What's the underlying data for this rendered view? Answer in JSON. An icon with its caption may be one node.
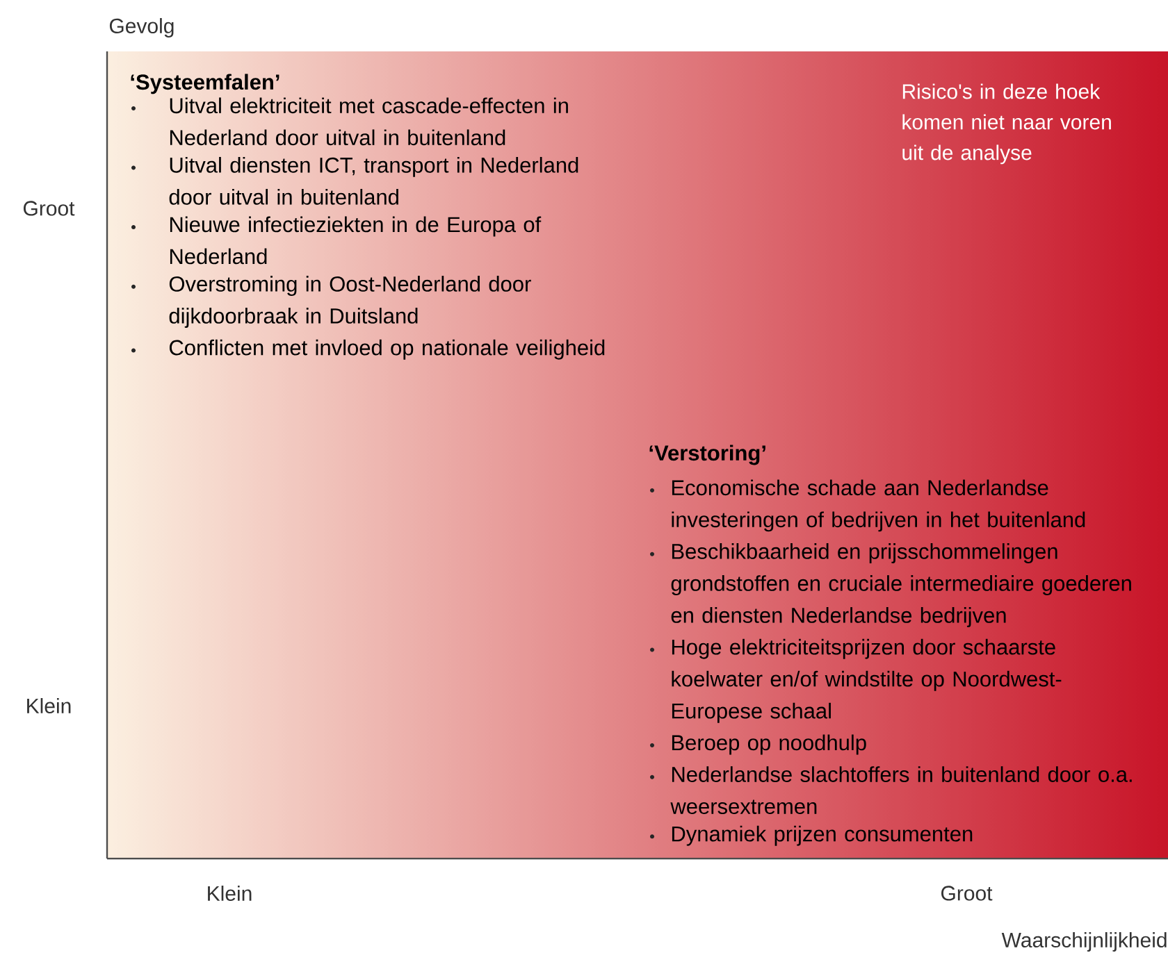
{
  "diagram": {
    "labels": [
      "Gevolg",
      "‘Systeemfalen’",
      "Uitval elektriciteit met cascade-effecten in Nederland door uitval in buitenland",
      "Uitval diensten ICT, transport in Nederland door uitval in buitenland",
      "Nieuwe infectieziekten in de Europa of Nederland",
      "Overstroming in Oost-Nederland door dijkdoorbraak in Duitsland",
      "Conflicten met invloed op nationale veiligheid",
      "Risico's in deze hoek komen niet naar voren uit de analyse",
      "Groot",
      "‘Verstoring’",
      "Economische schade aan Nederlandse investeringen of bedrijven in het buitenland",
      "Beschikbaarheid en prijsschommelingen grondstoffen en cruciale intermediaire goederen en diensten Nederlandse bedrijven",
      "Hoge elektriciteitsprijzen door schaarste koelwater en/of windstilte op Noordwest-Europese schaal",
      "Beroep op noodhulp",
      "Nederlandse slachtoffers in buitenland door o.a. weersextremen",
      "Dynamiek prijzen consumenten",
      "Klein",
      "Klein",
      "Groot",
      "Waarschijnlijkheid"
    ]
  }
}
